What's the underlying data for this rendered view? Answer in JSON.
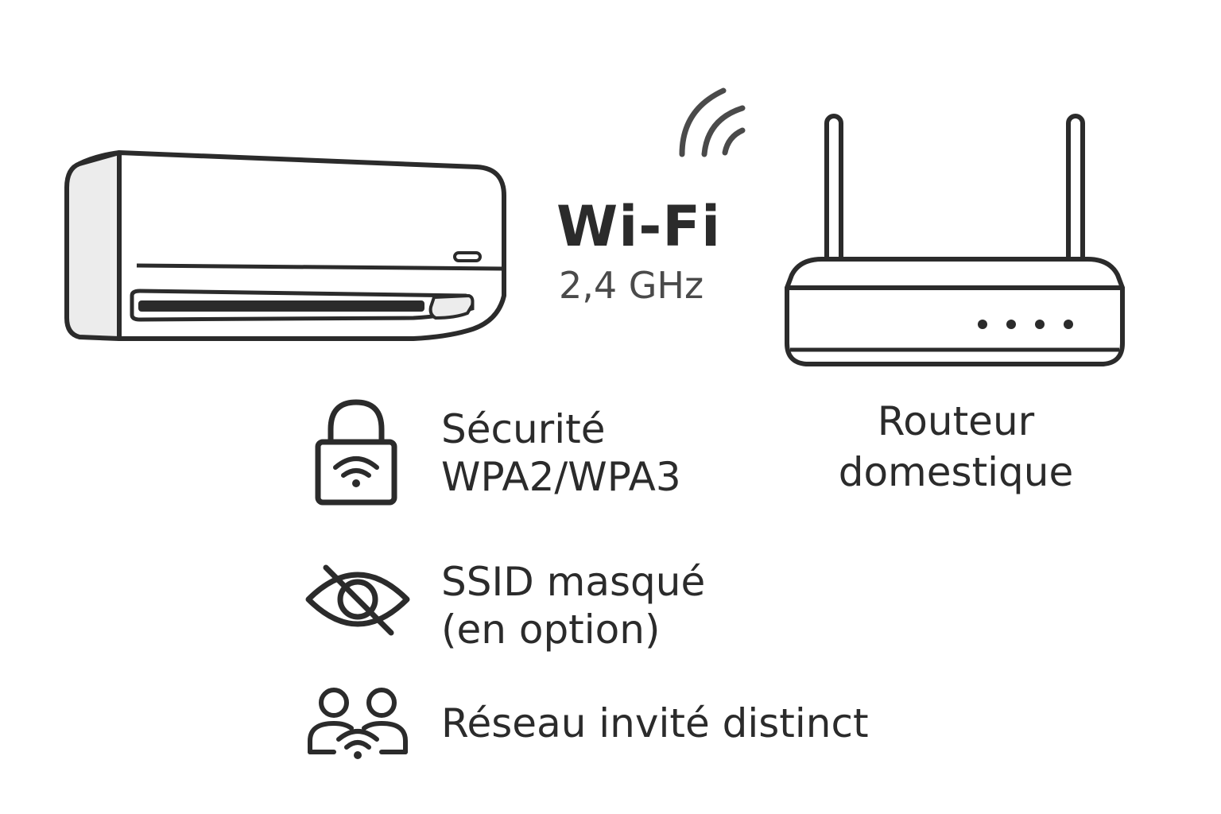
{
  "wifi": {
    "title": "Wi-Fi",
    "frequency": "2,4 GHz"
  },
  "router": {
    "label_line1": "Routeur",
    "label_line2": "domestique"
  },
  "features": [
    {
      "icon": "lock-wifi-icon",
      "line1": "Sécurité",
      "line2": "WPA2/WPA3"
    },
    {
      "icon": "eye-slash-icon",
      "line1": "SSID masqué",
      "line2": "(en option)"
    },
    {
      "icon": "users-wifi-icon",
      "line1": "Réseau invité distinct"
    }
  ],
  "colors": {
    "stroke": "#2b2b2b",
    "panel_fill": "#ececec",
    "background": "#ffffff"
  }
}
